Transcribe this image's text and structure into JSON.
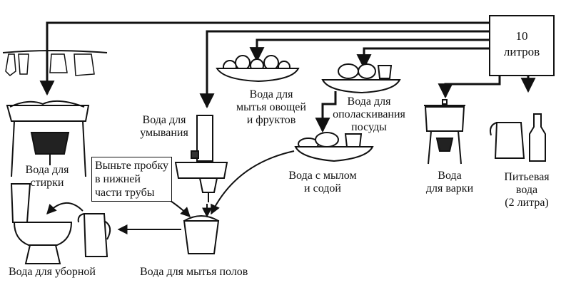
{
  "source_box": {
    "line1": "10",
    "line2": "литров"
  },
  "labels": {
    "washing_clothes": [
      "Вода для",
      "стирки"
    ],
    "washing_face": [
      "Вода для",
      "умывания"
    ],
    "vegetables": [
      "Вода для",
      "мытья овощей",
      "и фруктов"
    ],
    "rinsing_dishes": [
      "Вода для",
      "ополаскивания",
      "посуды"
    ],
    "soap_soda": [
      "Вода с мылом",
      "и содой"
    ],
    "cooking": [
      "Вода",
      "для варки"
    ],
    "drinking": [
      "Питьевая",
      "вода",
      "(2 литра)"
    ],
    "toilet": "Вода для уборной",
    "floor": "Вода для мытья полов"
  },
  "note": [
    "Выньте пробку",
    "в нижней",
    "части трубы"
  ]
}
